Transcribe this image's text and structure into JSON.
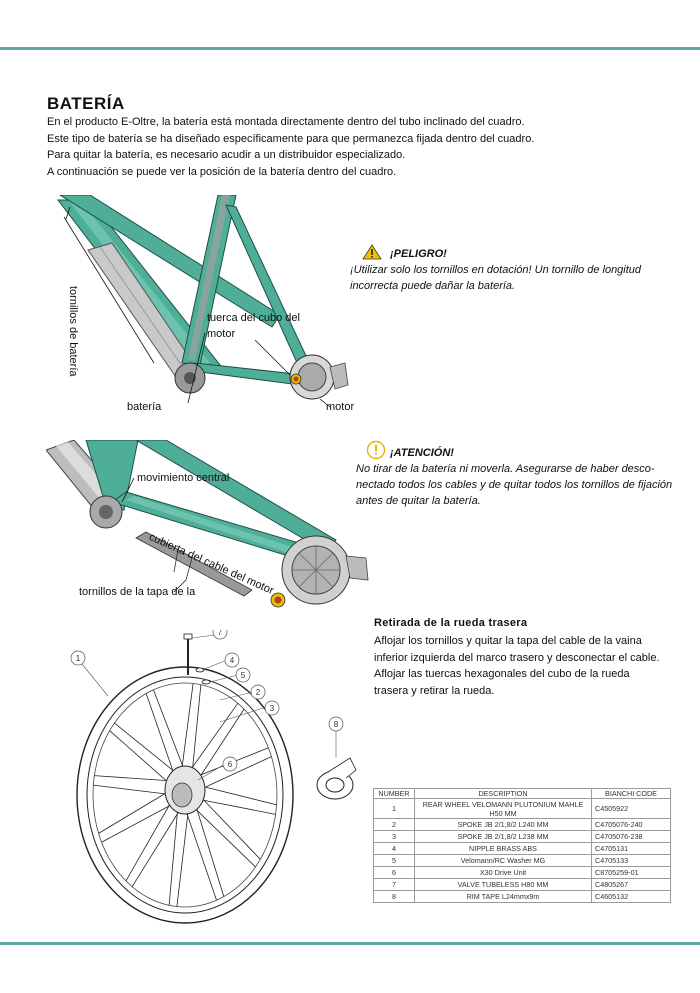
{
  "section": {
    "title": "BATERÍA",
    "intro": [
      "En el producto E-Oltre, la batería está montada directamente dentro del tubo inclinado del cuadro.",
      "Este tipo de batería se ha diseñado específicamente para que permanezca fijada dentro del cuadro.",
      "Para quitar la batería, es necesario acudir a un distribuidor especializado.",
      "A continuación se puede ver la posición de la batería dentro del cuadro."
    ]
  },
  "figure1": {
    "labels": {
      "screws": "tornillos de batería",
      "nut": "tuerca del cubo del motor",
      "battery": "batería",
      "motor": "motor"
    }
  },
  "danger": {
    "heading": "¡PELIGRO!",
    "lines": [
      "¡Utilizar solo los tornillos en dotación! Un tornillo de longitud",
      "incorrecta puede dañar la batería."
    ]
  },
  "figure2": {
    "labels": {
      "bottom_bracket": "movimiento central",
      "cable_cover": "cubierta del cable del motor",
      "cover_screws": "tornillos de la tapa de la"
    }
  },
  "attention": {
    "heading": "¡ATENCIÓN!",
    "lines": [
      "No tirar de la batería ni moverla. Asegurarse de haber desco-",
      "nectado todos los cables y de quitar todos los tornillos de fijación",
      "antes de quitar la batería."
    ]
  },
  "rear_wheel": {
    "title": "Retirada de la rueda trasera",
    "lines": [
      "Aflojar los tornillos y quitar la tapa del cable de la vaina",
      "inferior izquierda del marco trasero y desconectar el cable.",
      "Aflojar las tuercas hexagonales del cubo de la rueda",
      "trasera y retirar la rueda."
    ]
  },
  "callouts": [
    "1",
    "2",
    "3",
    "4",
    "5",
    "6",
    "7",
    "8"
  ],
  "parts_table": {
    "headers": [
      "NUMBER",
      "DESCRIPTION",
      "BIANCHI CODE"
    ],
    "rows": [
      {
        "number": "1",
        "description": "REAR WHEEL VELOMANN PLUTONIUM MAHLE H50 MM",
        "code": "C4505922"
      },
      {
        "number": "2",
        "description": "SPOKE JB 2/1,8/2 L240 MM",
        "code": "C4705076-240"
      },
      {
        "number": "3",
        "description": "SPOKE JB 2/1,8/2 L238 MM",
        "code": "C4705076-238"
      },
      {
        "number": "4",
        "description": "NIPPLE BRASS ABS",
        "code": "C4705131"
      },
      {
        "number": "5",
        "description": "Velomann/RC Washer MG",
        "code": "C4705133"
      },
      {
        "number": "6",
        "description": "X30 Drive Unit",
        "code": "C8705259-01"
      },
      {
        "number": "7",
        "description": "VALVE TUBELESS H80 MM",
        "code": "C4805267"
      },
      {
        "number": "8",
        "description": "RIM TAPE L24mmx9m",
        "code": "C4605132"
      }
    ]
  },
  "colors": {
    "frame": "#4fae98",
    "frame_dark": "#2f7d6a",
    "rule": "#5fa8a3",
    "warning": "#f2c200"
  }
}
